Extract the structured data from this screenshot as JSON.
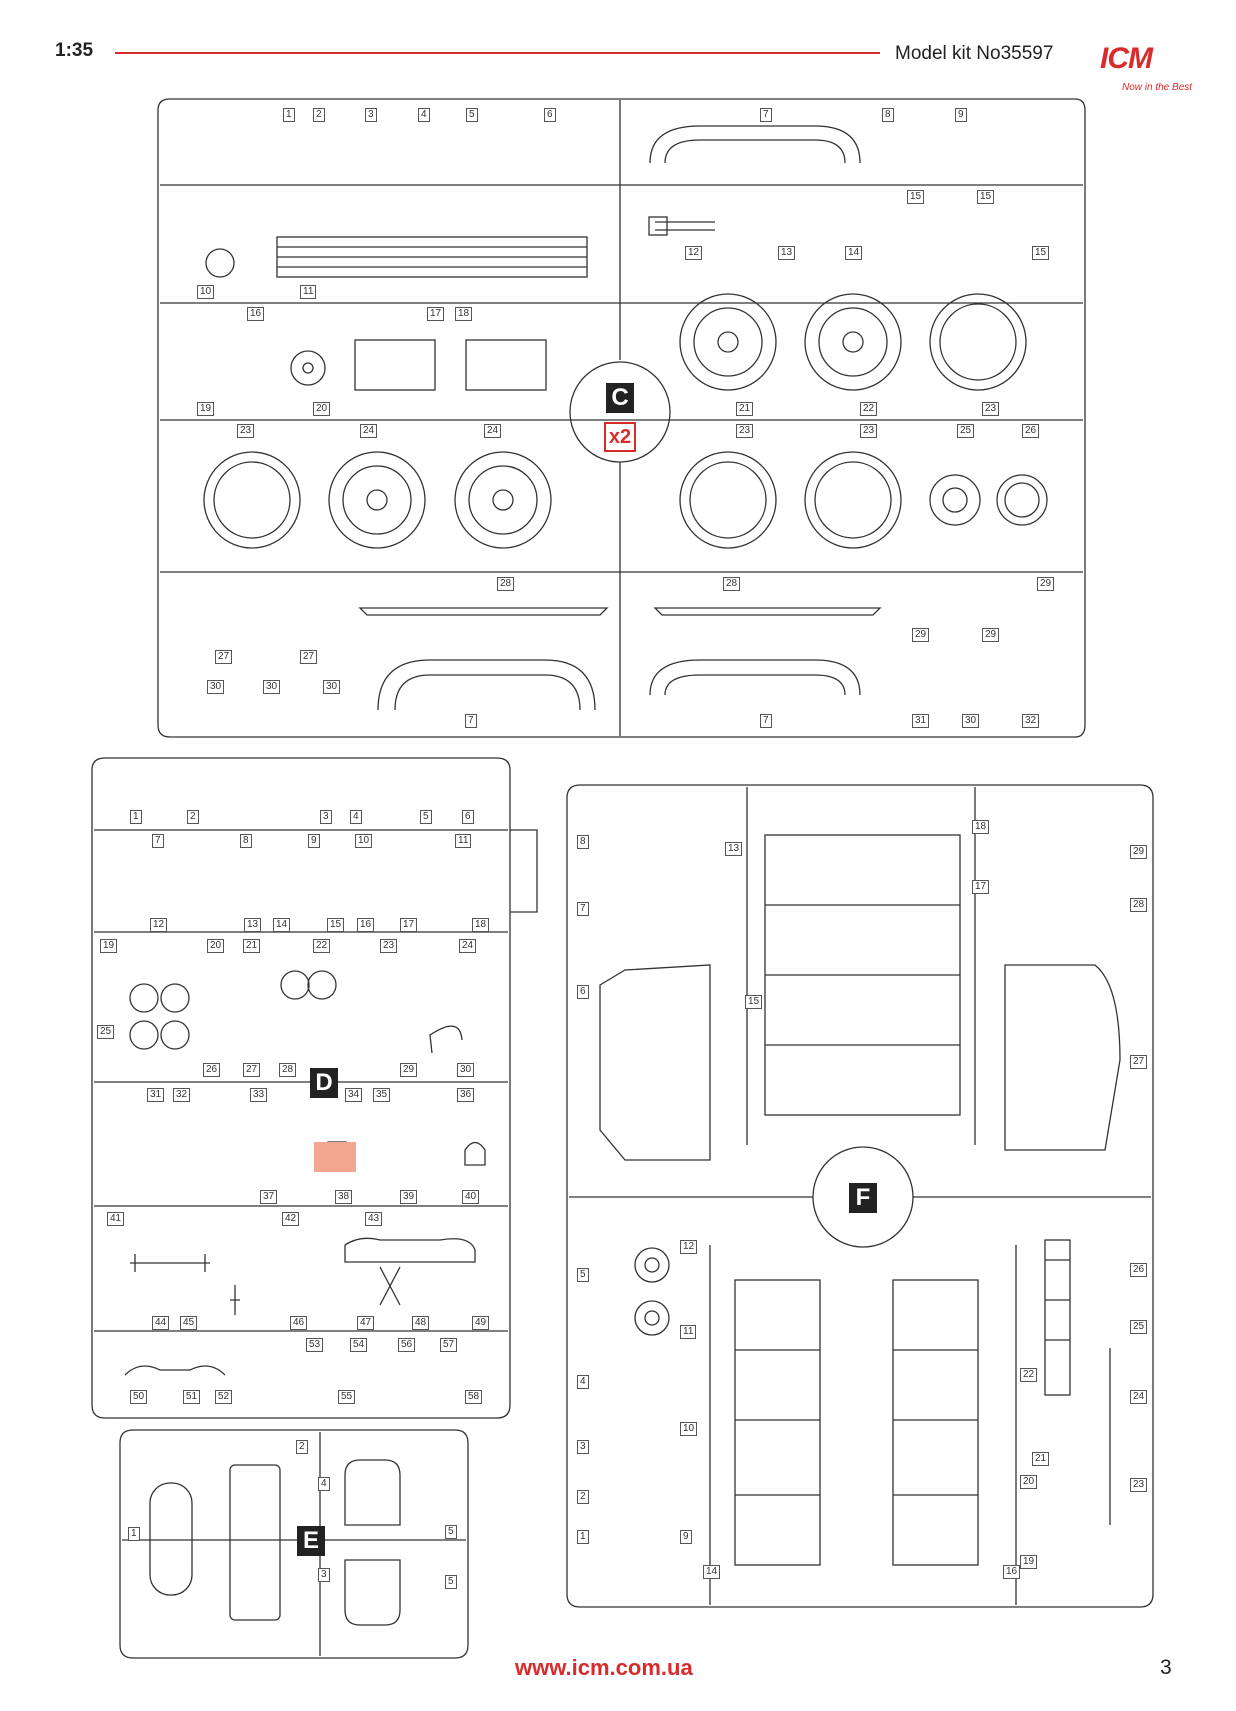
{
  "header": {
    "scale": "1:35",
    "model": "Model kit No35597"
  },
  "logo": {
    "brand": "ICM",
    "tagline": "Now in the Best"
  },
  "footer": {
    "url": "www.icm.com.ua",
    "page": "3"
  },
  "sprues": {
    "C": {
      "label": "C",
      "multiplier": "x2",
      "parts": [
        "1",
        "2",
        "3",
        "4",
        "5",
        "6",
        "7",
        "8",
        "9",
        "10",
        "11",
        "12",
        "13",
        "14",
        "15",
        "16",
        "17",
        "18",
        "19",
        "20",
        "21",
        "22",
        "23",
        "24",
        "25",
        "26",
        "27",
        "28",
        "29",
        "30",
        "31",
        "32"
      ]
    },
    "D": {
      "label": "D",
      "parts": [
        "1",
        "2",
        "3",
        "4",
        "5",
        "6",
        "7",
        "8",
        "9",
        "10",
        "11",
        "12",
        "13",
        "14",
        "15",
        "16",
        "17",
        "18",
        "19",
        "20",
        "21",
        "22",
        "23",
        "24",
        "25",
        "26",
        "27",
        "28",
        "29",
        "30",
        "31",
        "32",
        "33",
        "34",
        "35",
        "36",
        "37",
        "38",
        "39",
        "40",
        "41",
        "42",
        "43",
        "44",
        "45",
        "46",
        "47",
        "48",
        "49",
        "50",
        "51",
        "52",
        "53",
        "54",
        "55",
        "56",
        "57",
        "58"
      ]
    },
    "E": {
      "label": "E",
      "parts": [
        "1",
        "2",
        "3",
        "4",
        "5"
      ]
    },
    "F": {
      "label": "F",
      "parts": [
        "1",
        "2",
        "3",
        "4",
        "5",
        "6",
        "7",
        "8",
        "9",
        "10",
        "11",
        "12",
        "13",
        "14",
        "15",
        "16",
        "17",
        "18",
        "19",
        "20",
        "21",
        "22",
        "23",
        "24",
        "25",
        "26",
        "27",
        "28",
        "29"
      ]
    }
  },
  "colors": {
    "accent": "#d92b2b",
    "line": "#333333",
    "highlight": "#f2a58f"
  }
}
